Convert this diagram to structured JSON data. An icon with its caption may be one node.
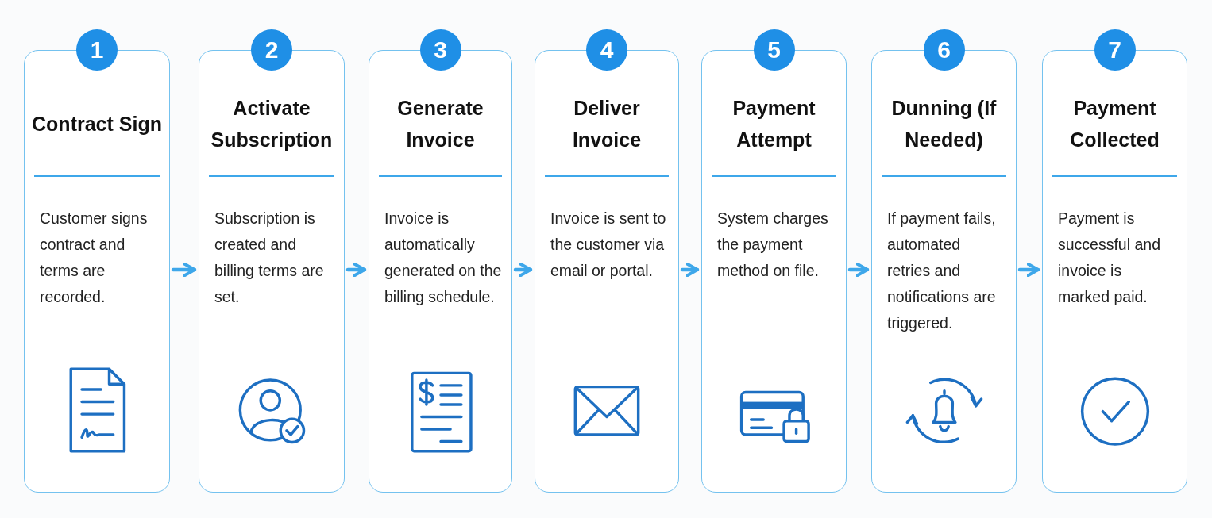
{
  "diagram": {
    "nodes": [
      {
        "text": [
          "1",
          "Contract Sign",
          "Customer signs contract and terms are recorded."
        ]
      },
      {
        "text": [
          "2",
          "Activate Subscription",
          "Subscription is created and billing terms are set."
        ]
      },
      {
        "text": [
          "3",
          "Generate Invoice",
          "Invoice is automatically generated on the billing schedule."
        ]
      },
      {
        "text": [
          "4",
          "Deliver Invoice",
          "Invoice is sent to the customer via email or portal."
        ]
      },
      {
        "text": [
          "5",
          "Payment Attempt",
          "System charges the payment method on file."
        ]
      },
      {
        "text": [
          "6",
          "Dunning (If Needed)",
          "If payment fails, automated retries and notifications are triggered."
        ]
      },
      {
        "text": [
          "7",
          "Payment Collected",
          "Payment is successful and invoice is marked paid."
        ]
      }
    ],
    "edges": [
      {
        "from": 0,
        "to": 1,
        "arrow": "to"
      },
      {
        "from": 1,
        "to": 2,
        "arrow": "to"
      },
      {
        "from": 2,
        "to": 3,
        "arrow": "to"
      },
      {
        "from": 3,
        "to": 4,
        "arrow": "to"
      },
      {
        "from": 4,
        "to": 5,
        "arrow": "to"
      },
      {
        "from": 5,
        "to": 6,
        "arrow": "to"
      }
    ]
  }
}
